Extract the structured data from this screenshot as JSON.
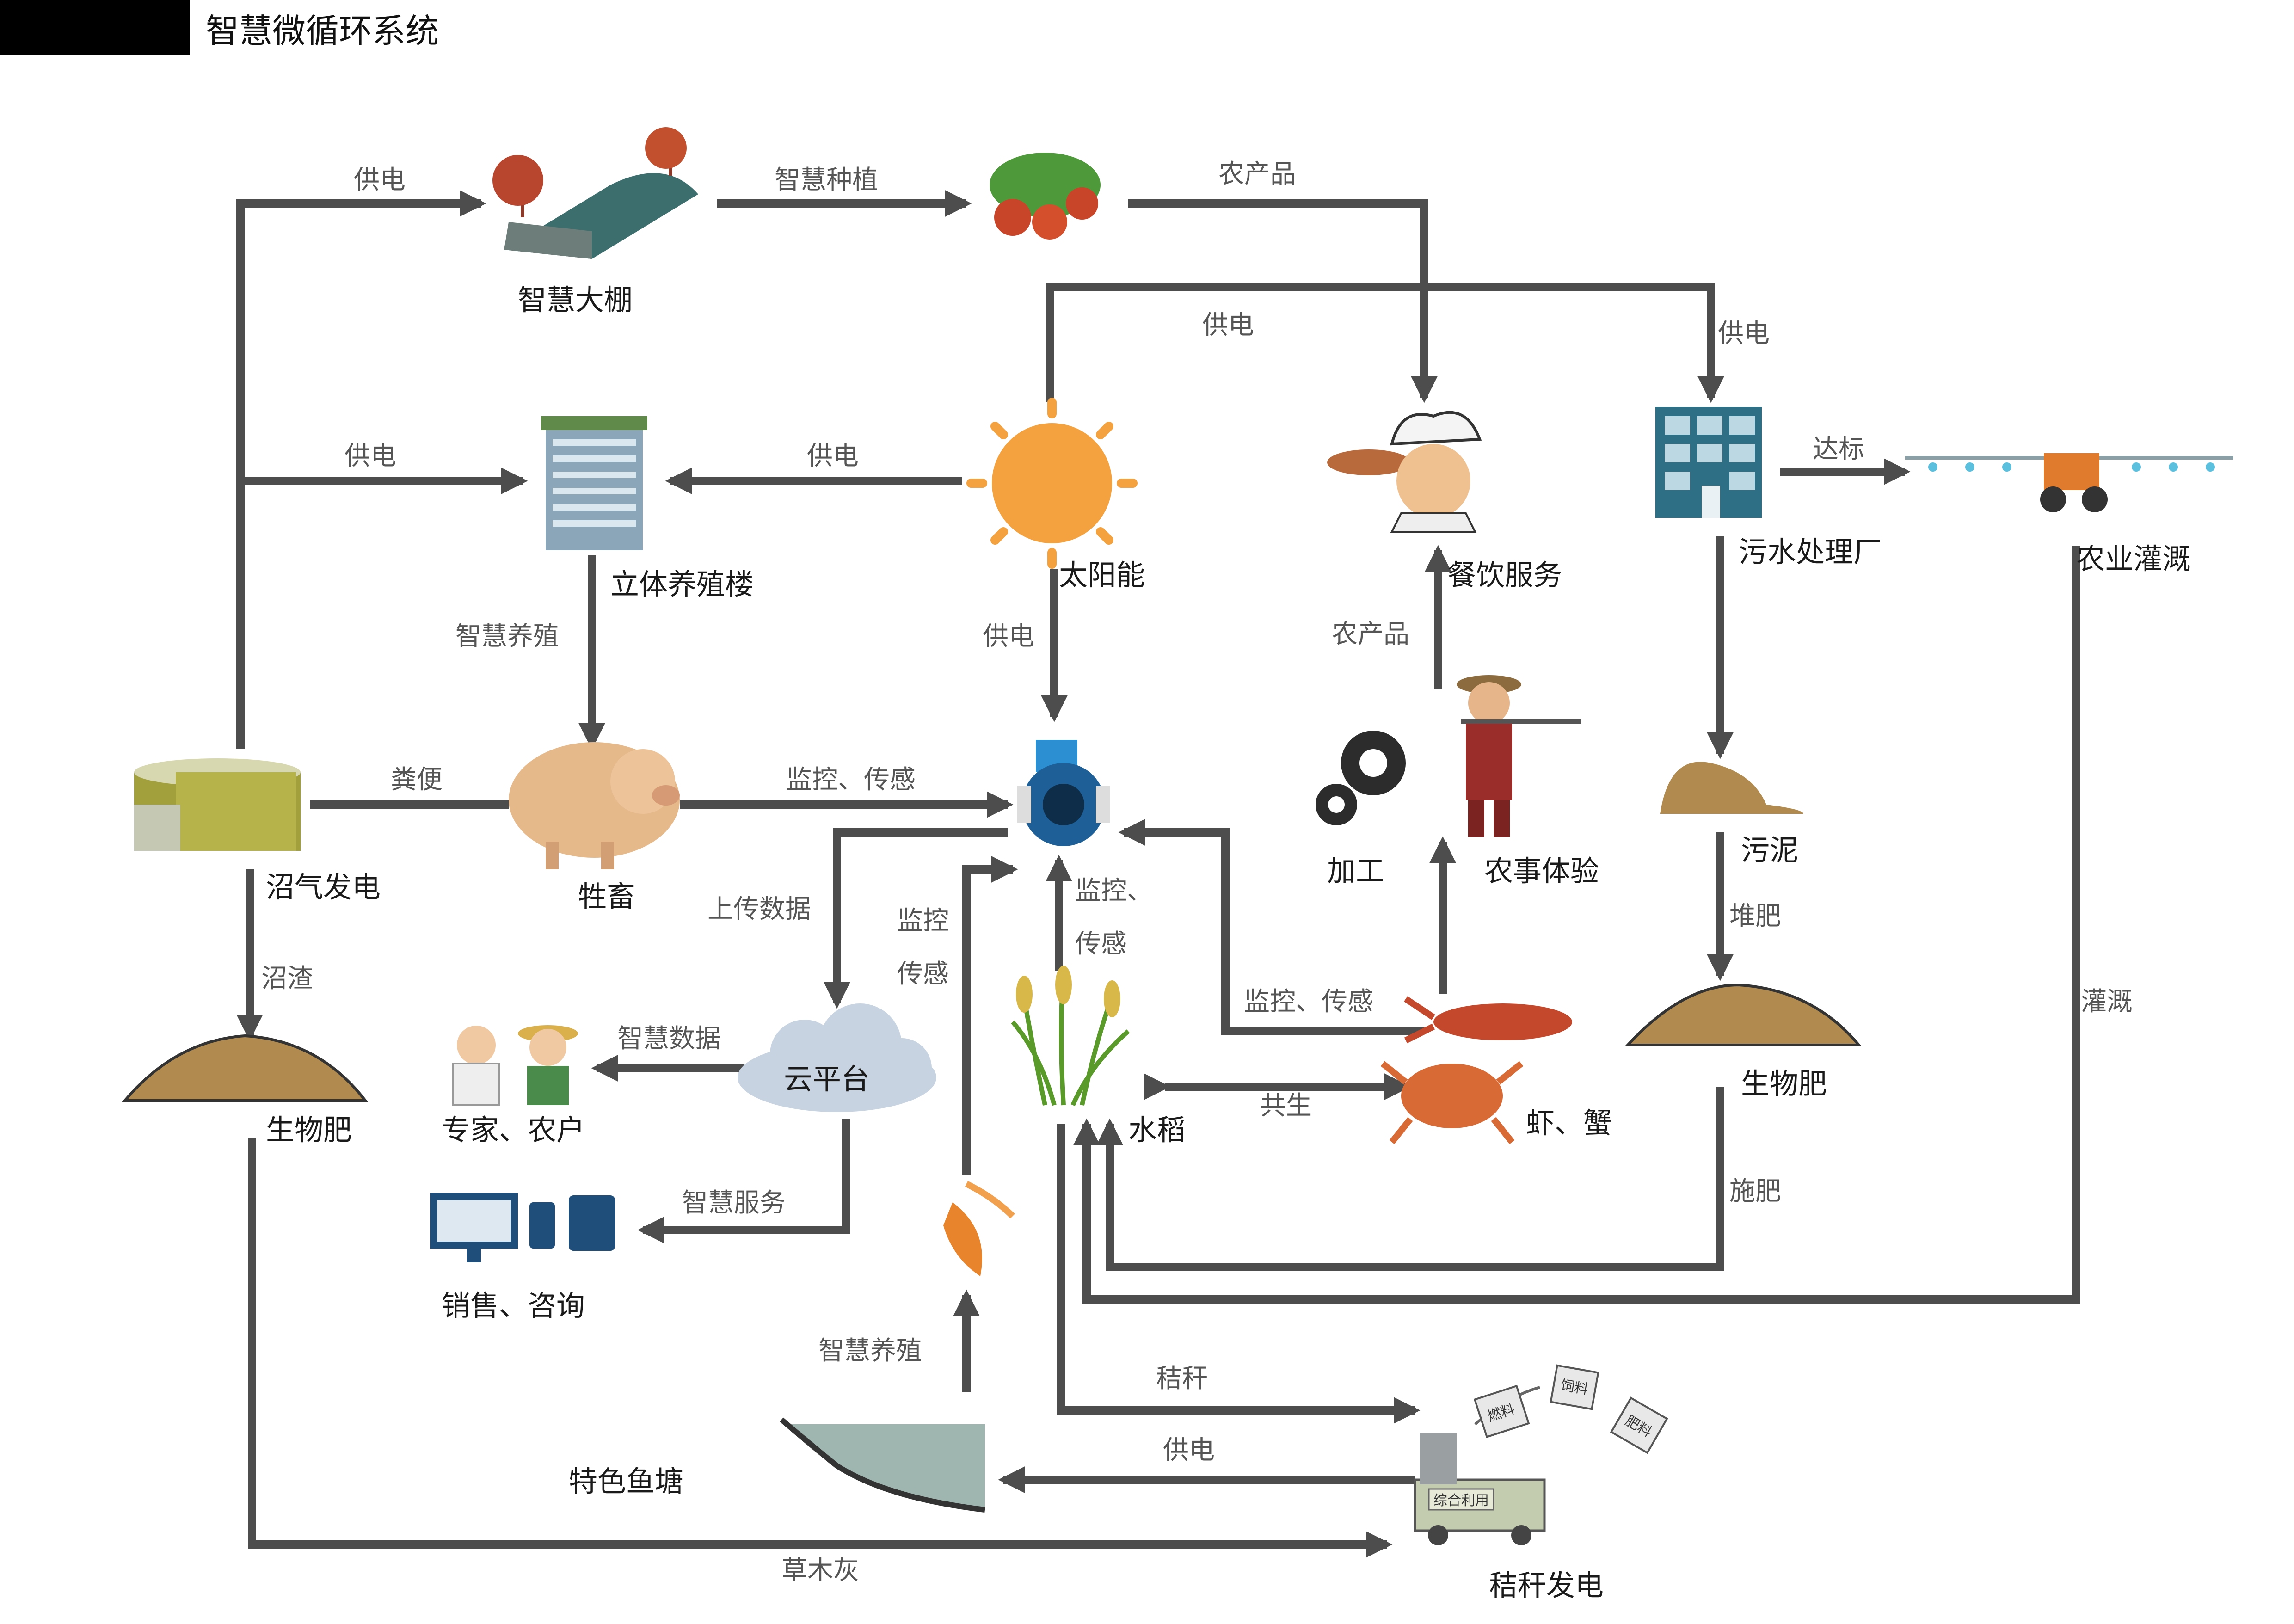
{
  "header": {
    "title": "智慧微循环系统"
  },
  "nodes": {
    "greenhouse": "智慧大棚",
    "building": "立体养殖楼",
    "solar": "太阳能",
    "catering": "餐饮服务",
    "sewage": "污水处理厂",
    "irrigation": "农业灌溉",
    "biogas": "沼气发电",
    "livestock": "牲畜",
    "processing": "加工",
    "farm_exp": "农事体验",
    "sludge": "污泥",
    "biofert_left": "生物肥",
    "biofert_right": "生物肥",
    "cloud": "云平台",
    "experts": "专家、农户",
    "sales": "销售、咨询",
    "rice": "水稻",
    "shrimp": "虾、蟹",
    "pond": "特色鱼塘",
    "straw_power": "秸秆发电"
  },
  "edges": {
    "power_greenhouse": "供电",
    "smart_planting": "智慧种植",
    "produce_top": "农产品",
    "power_solar_top": "供电",
    "power_sewage": "供电",
    "power_building_left": "供电",
    "power_building_solar": "供电",
    "up_to_standard": "达标",
    "smart_breeding": "智慧养殖",
    "power_sensor": "供电",
    "produce_farm": "农产品",
    "manure": "粪便",
    "monitor_livestock": "监控、传感",
    "upload_data": "上传数据",
    "monitor_left_1": "监控",
    "monitor_left_2": "传感",
    "monitor_rice_1": "监控、",
    "monitor_rice_2": "传感",
    "monitor_shrimp": "监控、传感",
    "biogas_residue": "沼渣",
    "smart_data": "智慧数据",
    "symbiosis": "共生",
    "smart_service": "智慧服务",
    "compost": "堆肥",
    "fertilize": "施肥",
    "irrigate": "灌溉",
    "smart_breeding_fish": "智慧养殖",
    "straw": "秸秆",
    "power_pond": "供电",
    "plant_ash": "草木灰"
  },
  "straw_power_art": {
    "bags": [
      "燃料",
      "饲料",
      "肥料"
    ],
    "truck": "综合利用"
  },
  "colors": {
    "line": "#4d4d4d",
    "sun": "#f4a23f",
    "sludge": "#b08a4e",
    "cloud": "#c7d3e0",
    "banner": "#000000"
  }
}
